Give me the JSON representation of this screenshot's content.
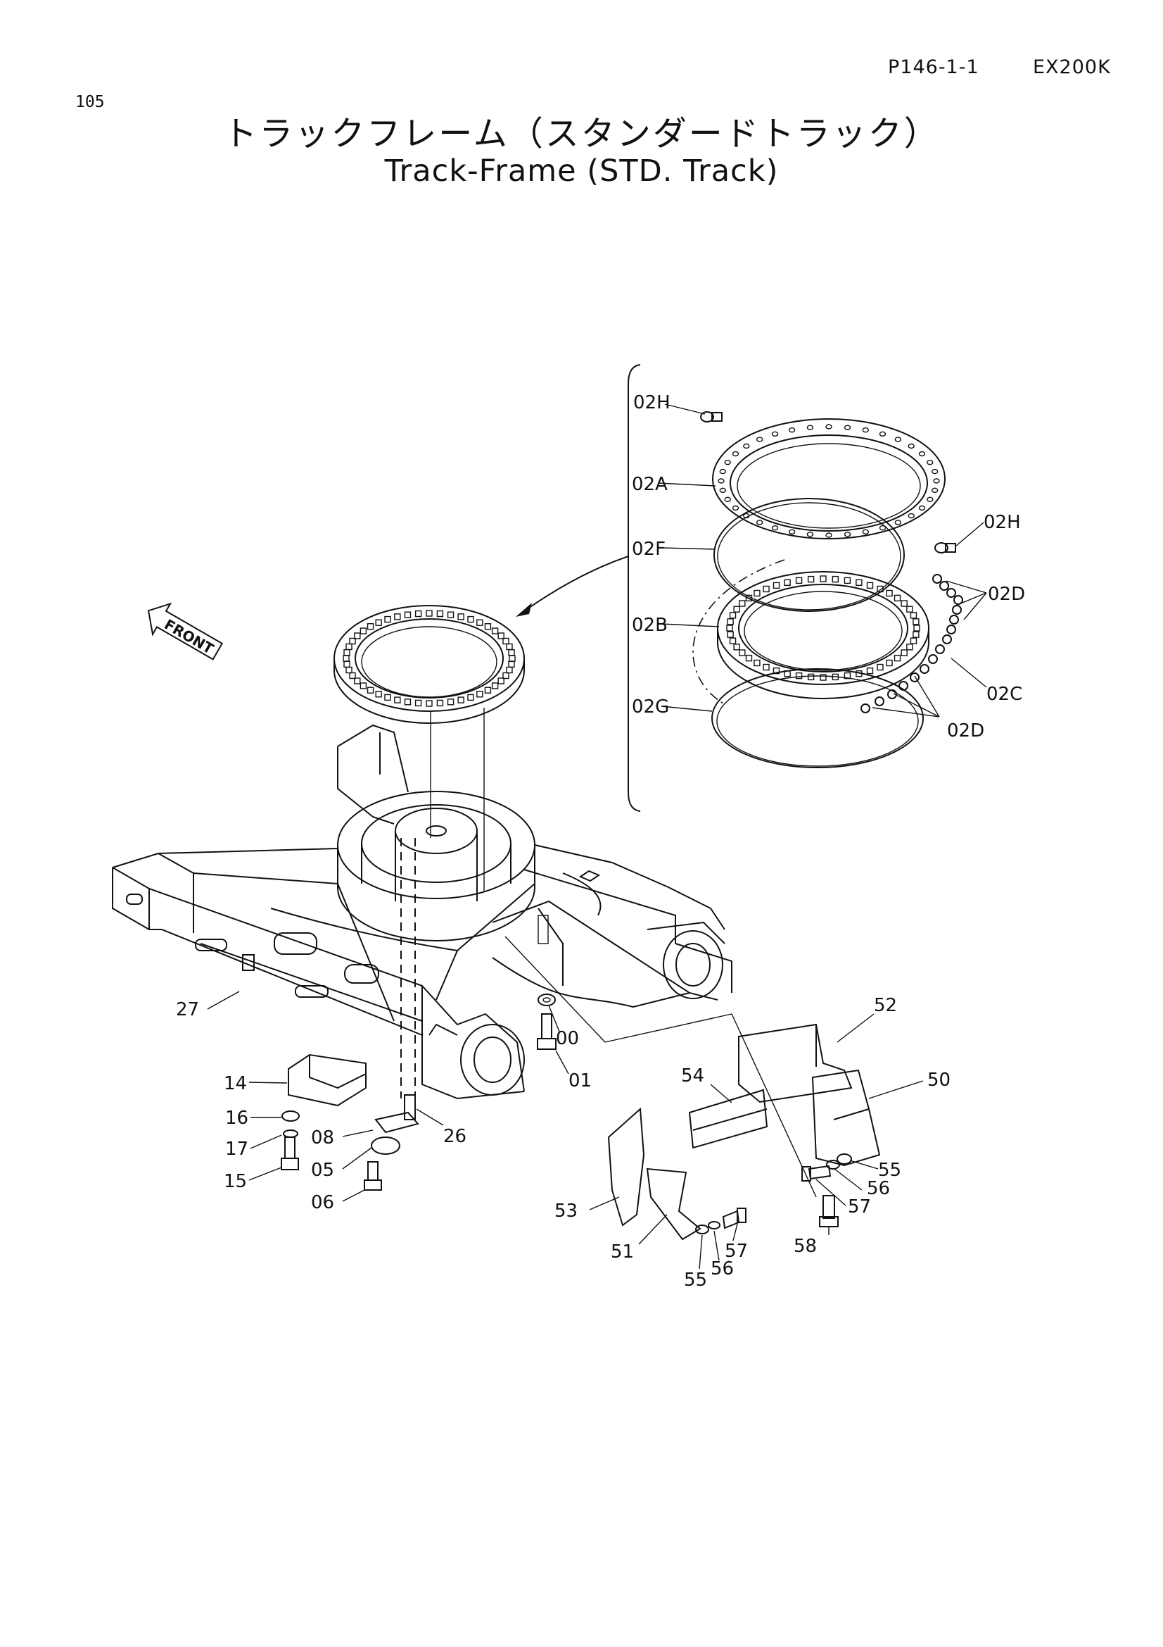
{
  "header": {
    "code_1": "P146-1-1",
    "code_2": "EX200K",
    "page_number": "105"
  },
  "title": {
    "japanese": "トラックフレーム（スタンダードトラック）",
    "english": "Track-Frame (STD. Track)"
  },
  "front_arrow": "FRONT",
  "callouts": {
    "c02H_top": "02H",
    "c02A": "02A",
    "c02F": "02F",
    "c02B": "02B",
    "c02G": "02G",
    "c02H_right": "02H",
    "c02D_upper": "02D",
    "c02C": "02C",
    "c02D_lower": "02D",
    "c27": "27",
    "c00": "00",
    "c01": "01",
    "c14": "14",
    "c16": "16",
    "c17": "17",
    "c15": "15",
    "c08": "08",
    "c05": "05",
    "c06": "06",
    "c26": "26",
    "c52": "52",
    "c54": "54",
    "c50": "50",
    "c55_right": "55",
    "c56_right": "56",
    "c57_right": "57",
    "c58": "58",
    "c53": "53",
    "c51": "51",
    "c57_left": "57",
    "c56_left": "56",
    "c55_left": "55"
  }
}
